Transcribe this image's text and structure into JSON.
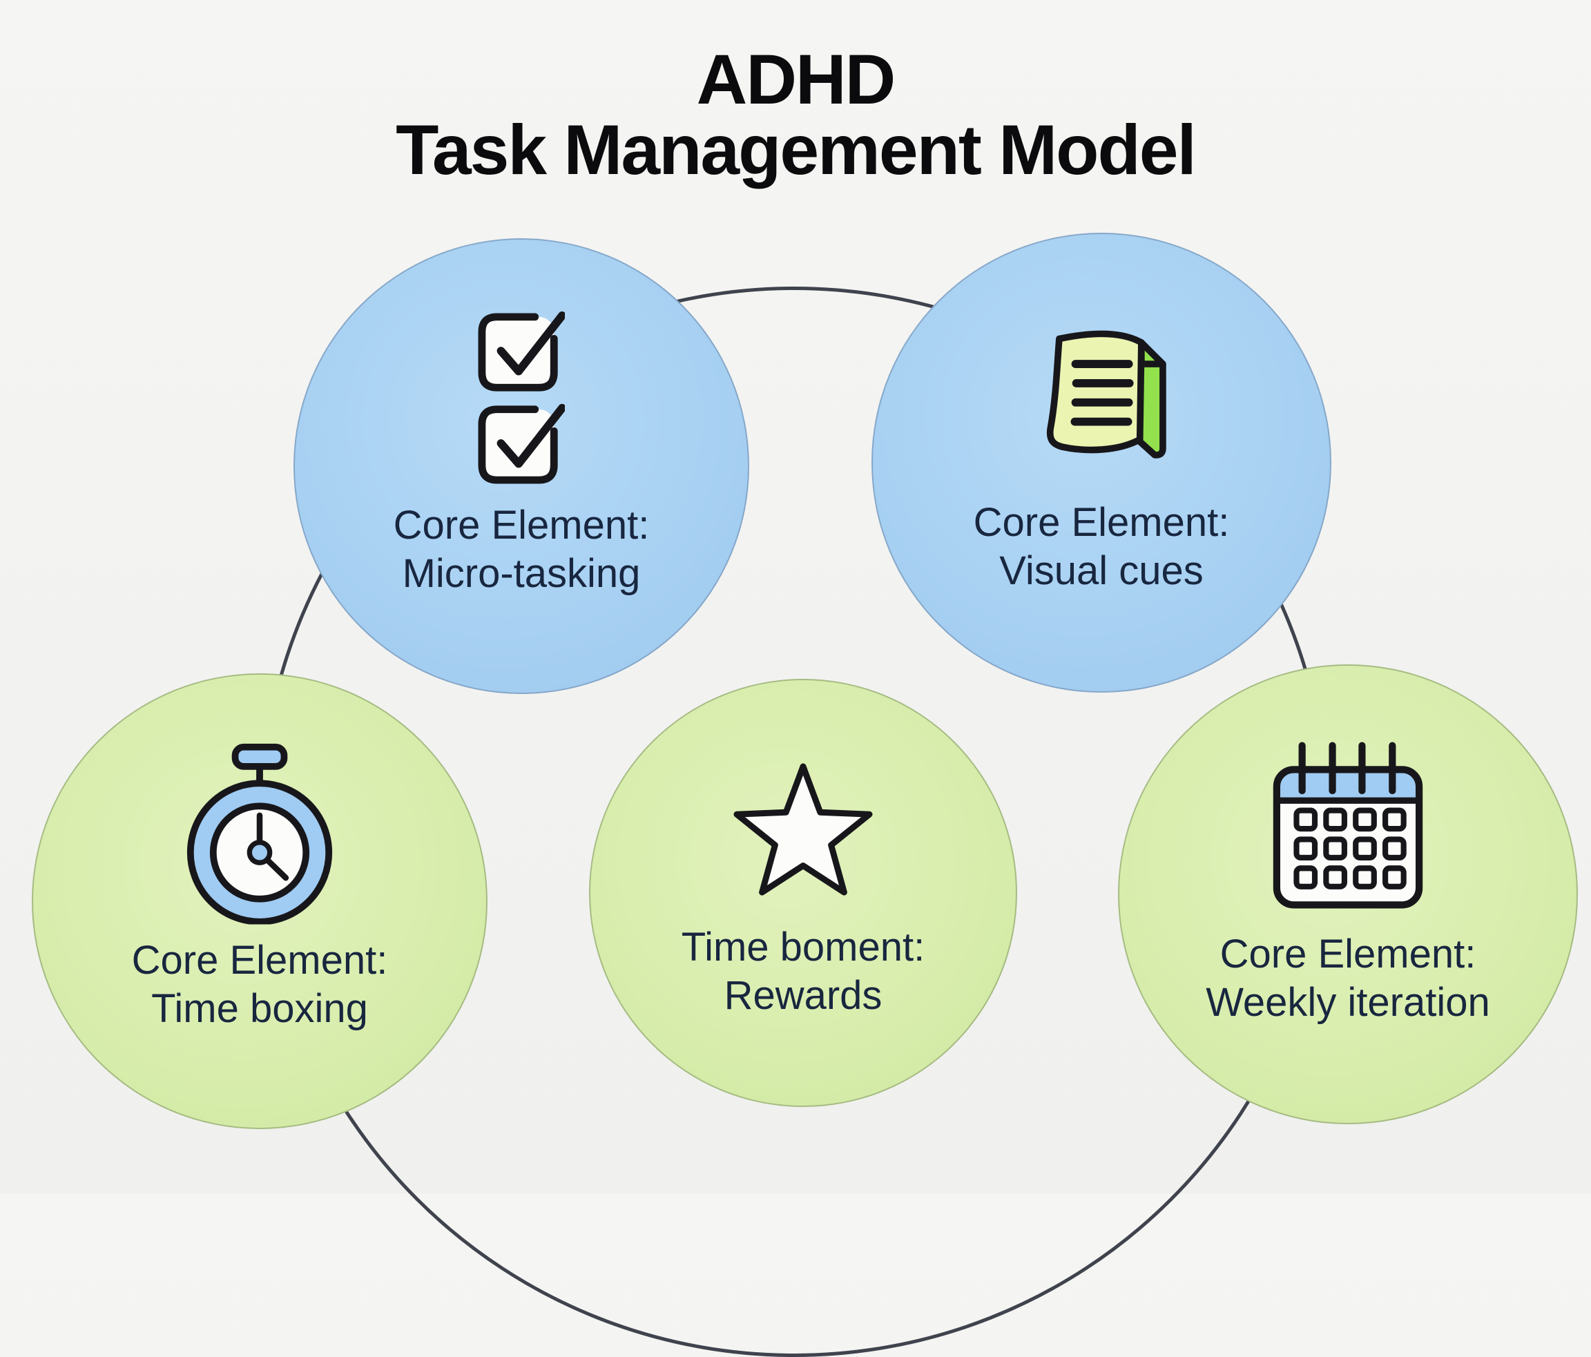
{
  "title": {
    "line1": "ADHD",
    "line2": "Task Management Model"
  },
  "nodes": [
    {
      "id": "micro-tasking",
      "label_line1": "Core Element:",
      "label_line2": "Micro-tasking",
      "icon": "checklist-icon",
      "circle_color": "blue"
    },
    {
      "id": "visual-cues",
      "label_line1": "Core Element:",
      "label_line2": "Visual cues",
      "icon": "note-icon",
      "circle_color": "blue"
    },
    {
      "id": "time-boxing",
      "label_line1": "Core Element:",
      "label_line2": "Time boxing",
      "icon": "stopwatch-icon",
      "circle_color": "green"
    },
    {
      "id": "rewards",
      "label_line1": "Time boment:",
      "label_line2": "Rewards",
      "icon": "star-icon",
      "circle_color": "green"
    },
    {
      "id": "weekly-iteration",
      "label_line1": "Core Element:",
      "label_line2": "Weekly iteration",
      "icon": "calendar-icon",
      "circle_color": "green"
    }
  ],
  "colors": {
    "background": "#f3f3f1",
    "title_text": "#0b0b0d",
    "label_text": "#18263f",
    "ring_line": "#3f434d",
    "blue_circle": "#a7d0f2",
    "green_circle": "#d8edac",
    "icon_stroke": "#17171b",
    "icon_white": "#fcfcfa",
    "icon_blue": "#a0cbf2",
    "note_sheet": "#ecf4b2",
    "note_strip": "#93e14c"
  }
}
